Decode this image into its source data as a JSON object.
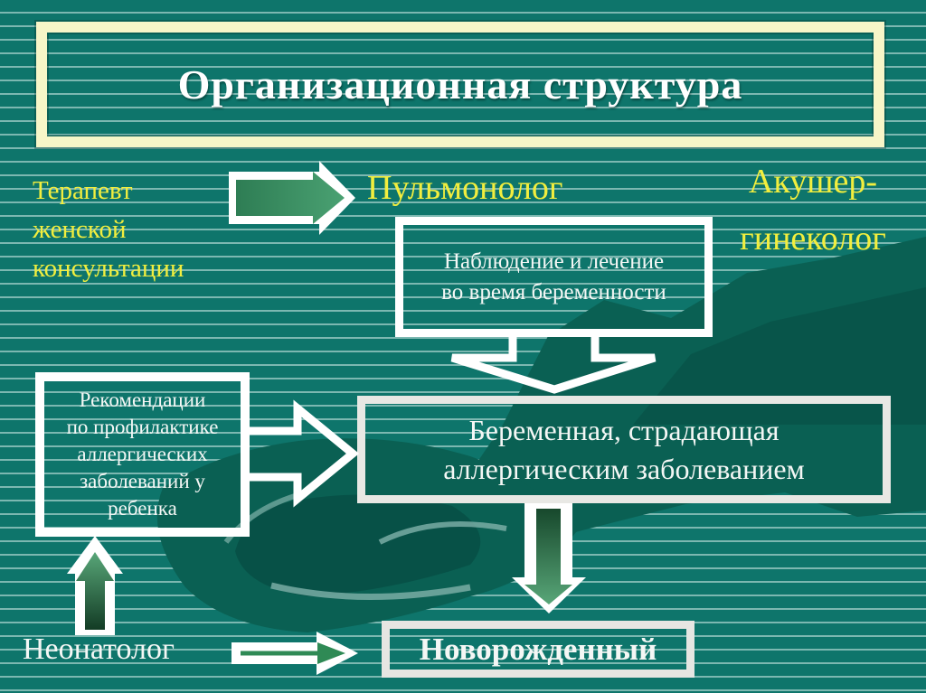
{
  "slide": {
    "title": "Организационная структура",
    "labels": {
      "therapist": [
        "Терапевт",
        "женской",
        "консультации"
      ],
      "pulmonologist": "Пульмонолог",
      "obstetrician": [
        "Акушер-",
        "гинеколог"
      ],
      "neonatologist": "Неонатолог"
    },
    "boxes": {
      "observation": [
        "Наблюдение и лечение",
        "во время беременности"
      ],
      "pregnant": [
        "Беременная, страдающая",
        "аллергическим заболеванием"
      ],
      "recommendations": [
        "Рекомендации",
        "по профилактике",
        "аллергических",
        "заболеваний у",
        "ребенка"
      ],
      "newborn": "Новорожденный"
    },
    "arrows": {
      "therapist_to_pulmonologist": "green-right-arrow",
      "observation_to_pregnant": "white-outline-down-arrow",
      "recommendations_to_pregnant": "white-outline-right-arrow",
      "pregnant_to_newborn": "green-down-arrow",
      "neonatologist_up": "green-up-arrow",
      "neonatologist_to_newborn": "green-right-arrow-thin"
    },
    "colors": {
      "background": "#0E756B",
      "background_line": "#D6EEE9",
      "dark_shape": "#0A6053",
      "darker_shape": "#075147",
      "light_streak": "#7FB2AA",
      "title_border": "#F7F6C8",
      "accent_yellow": "#F2EE3E",
      "arrow_green": "#3F9169",
      "arrow_green_dark": "#17482C",
      "arrow_green_light": "#58A678",
      "text_white": "#FFFFFF",
      "gray_border": "#E8E8E4"
    }
  }
}
